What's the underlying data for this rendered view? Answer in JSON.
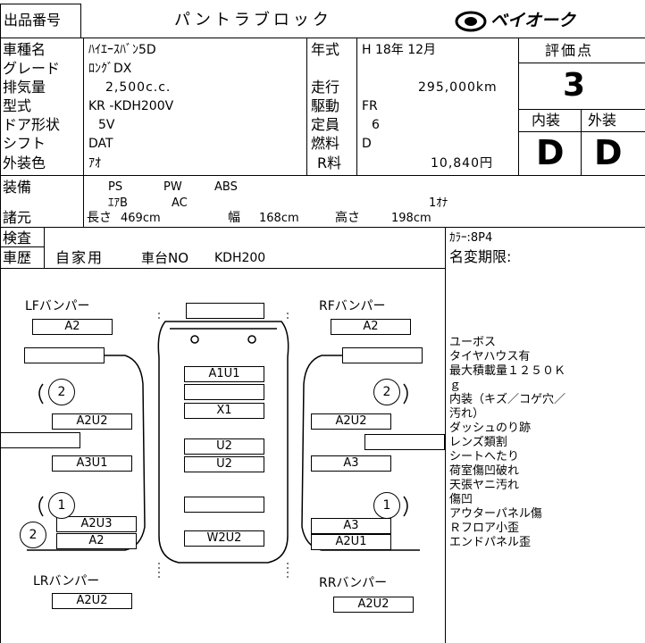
{
  "header": {
    "lot_label": "出品番号",
    "title": "パントラブロック",
    "logo_text": "ベイオーク"
  },
  "info": {
    "model_label": "車種名",
    "model": "ﾊｲｴｰｽﾊﾞﾝ5D",
    "grade_label": "グレード",
    "grade": "ﾛﾝｸﾞDX",
    "displacement_label": "排気量",
    "displacement": "2,500c.c.",
    "type_label": "型式",
    "type": "KR -KDH200V",
    "doors_label": "ドア形状",
    "doors": "5V",
    "shift_label": "シフト",
    "shift": "DAT",
    "color_label": "外装色",
    "color": "ｱｵ",
    "year_label": "年式",
    "year": "H 18年 12月",
    "mileage_label": "走行",
    "mileage": "295,000km",
    "drive_label": "駆動",
    "drive": "FR",
    "capacity_label": "定員",
    "capacity": "6",
    "fuel_label": "燃料",
    "fuel": "D",
    "recycle_label": "R料",
    "recycle": "10,840円"
  },
  "score": {
    "label": "評価点",
    "value": "3",
    "interior_label": "内装",
    "exterior_label": "外装",
    "interior": "D",
    "exterior": "D"
  },
  "equipment": {
    "label": "装備",
    "row1": [
      "PS",
      "PW",
      "ABS"
    ],
    "row2": [
      "ｴｱB",
      "AC"
    ],
    "owner": "1ｵﾅ"
  },
  "dimensions": {
    "label": "諸元",
    "length_label": "長さ",
    "length": "469cm",
    "width_label": "幅",
    "width": "168cm",
    "height_label": "高さ",
    "height": "198cm"
  },
  "inspection": {
    "label": "検査",
    "history_label": "車歴",
    "use": "自家用",
    "chassis_label": "車台NO",
    "chassis": "KDH200",
    "color_code": "ｶﾗｰ:8P4",
    "name_change": "名変期限:"
  },
  "notes": [
    "ユーボス",
    "タイヤハウス有",
    "最大積載量１２５０Ｋ",
    "ｇ",
    "内装（キズ／コゲ穴／",
    "汚れ）",
    "ダッシュのり跡",
    "レンズ類割",
    "シートへたり",
    "荷室傷凹破れ",
    "天張ヤニ汚れ",
    "傷凹",
    "アウターパネル傷",
    "Ｒフロア小歪",
    "エンドパネル歪"
  ],
  "diagram": {
    "lf_bumper": "LFバンパー",
    "rf_bumper": "RFバンパー",
    "lr_bumper": "LRバンパー",
    "rr_bumper": "RRバンパー",
    "lf_bumper_mark": "A2",
    "rf_bumper_mark": "A2",
    "lr_bumper_mark": "A2U2",
    "rr_bumper_mark": "A2U2",
    "hood_mark": "A1U1",
    "roof_front_mark": "X1",
    "roof_mid_mark1": "U2",
    "roof_mid_mark2": "U2",
    "rear_mark": "W2U2",
    "left_front_mark": "A2U2",
    "left_mid_mark": "A3U1",
    "left_rear_mark1": "A2U3",
    "left_rear_mark2": "A2",
    "right_front_mark": "A2U2",
    "right_mid_mark": "A3",
    "right_rear_mark1": "A3",
    "right_rear_mark2": "A2U1",
    "wheel_lf": "2",
    "wheel_rf": "2",
    "wheel_lr": "1",
    "wheel_rr": "1",
    "wheel_lr_outer": "2"
  }
}
